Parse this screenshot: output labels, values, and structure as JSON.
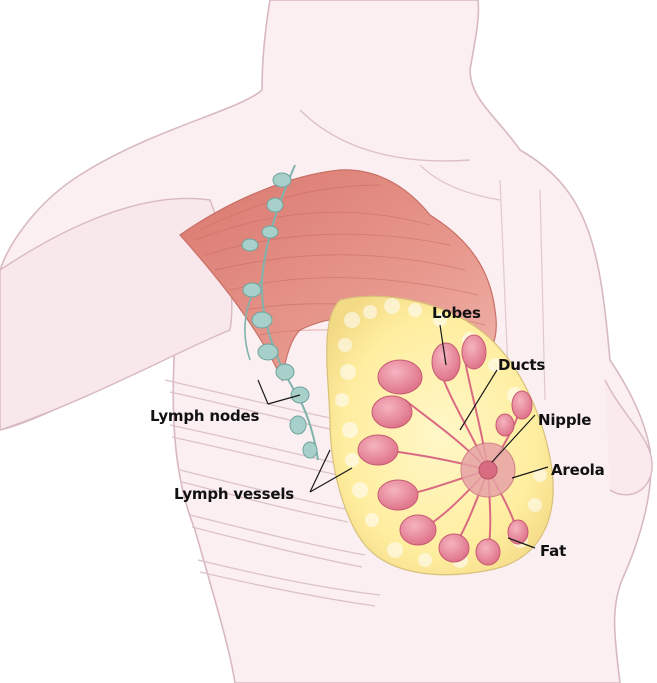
{
  "labels": {
    "lobes": "Lobes",
    "ducts": "Ducts",
    "nipple": "Nipple",
    "areola": "Areola",
    "fat": "Fat",
    "lymph_nodes": "Lymph nodes",
    "lymph_vessels": "Lymph vessels"
  },
  "colors": {
    "skin": "#fbeff1",
    "skin_line": "#d8b9c0",
    "muscle": "#e08c82",
    "fat": "#fff1a8",
    "lobe": "#e8869a",
    "areola": "#e7a3a6",
    "lymph": "#9fc9c4"
  }
}
